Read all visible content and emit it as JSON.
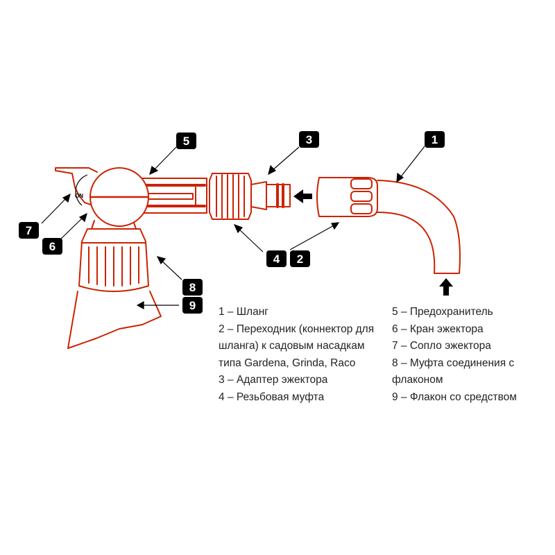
{
  "colors": {
    "outline": "#cc2200",
    "black": "#000000",
    "text": "#222222"
  },
  "switch_label": "ON",
  "callouts": [
    "1",
    "2",
    "3",
    "4",
    "5",
    "6",
    "7",
    "8",
    "9"
  ],
  "legend": {
    "left": [
      "1 – Шланг",
      "2 – Переходник (коннектор для",
      "шланга) к садовым насадкам",
      "типа Gardena, Grinda, Raco",
      "3 – Адаптер эжектора",
      "4 – Резьбовая муфта"
    ],
    "right": [
      "5 – Предохранитель",
      "6 – Кран эжектора",
      "7 – Сопло эжектора",
      "8 – Муфта соединения с",
      "флаконом",
      "9 – Флакон со средством"
    ]
  }
}
